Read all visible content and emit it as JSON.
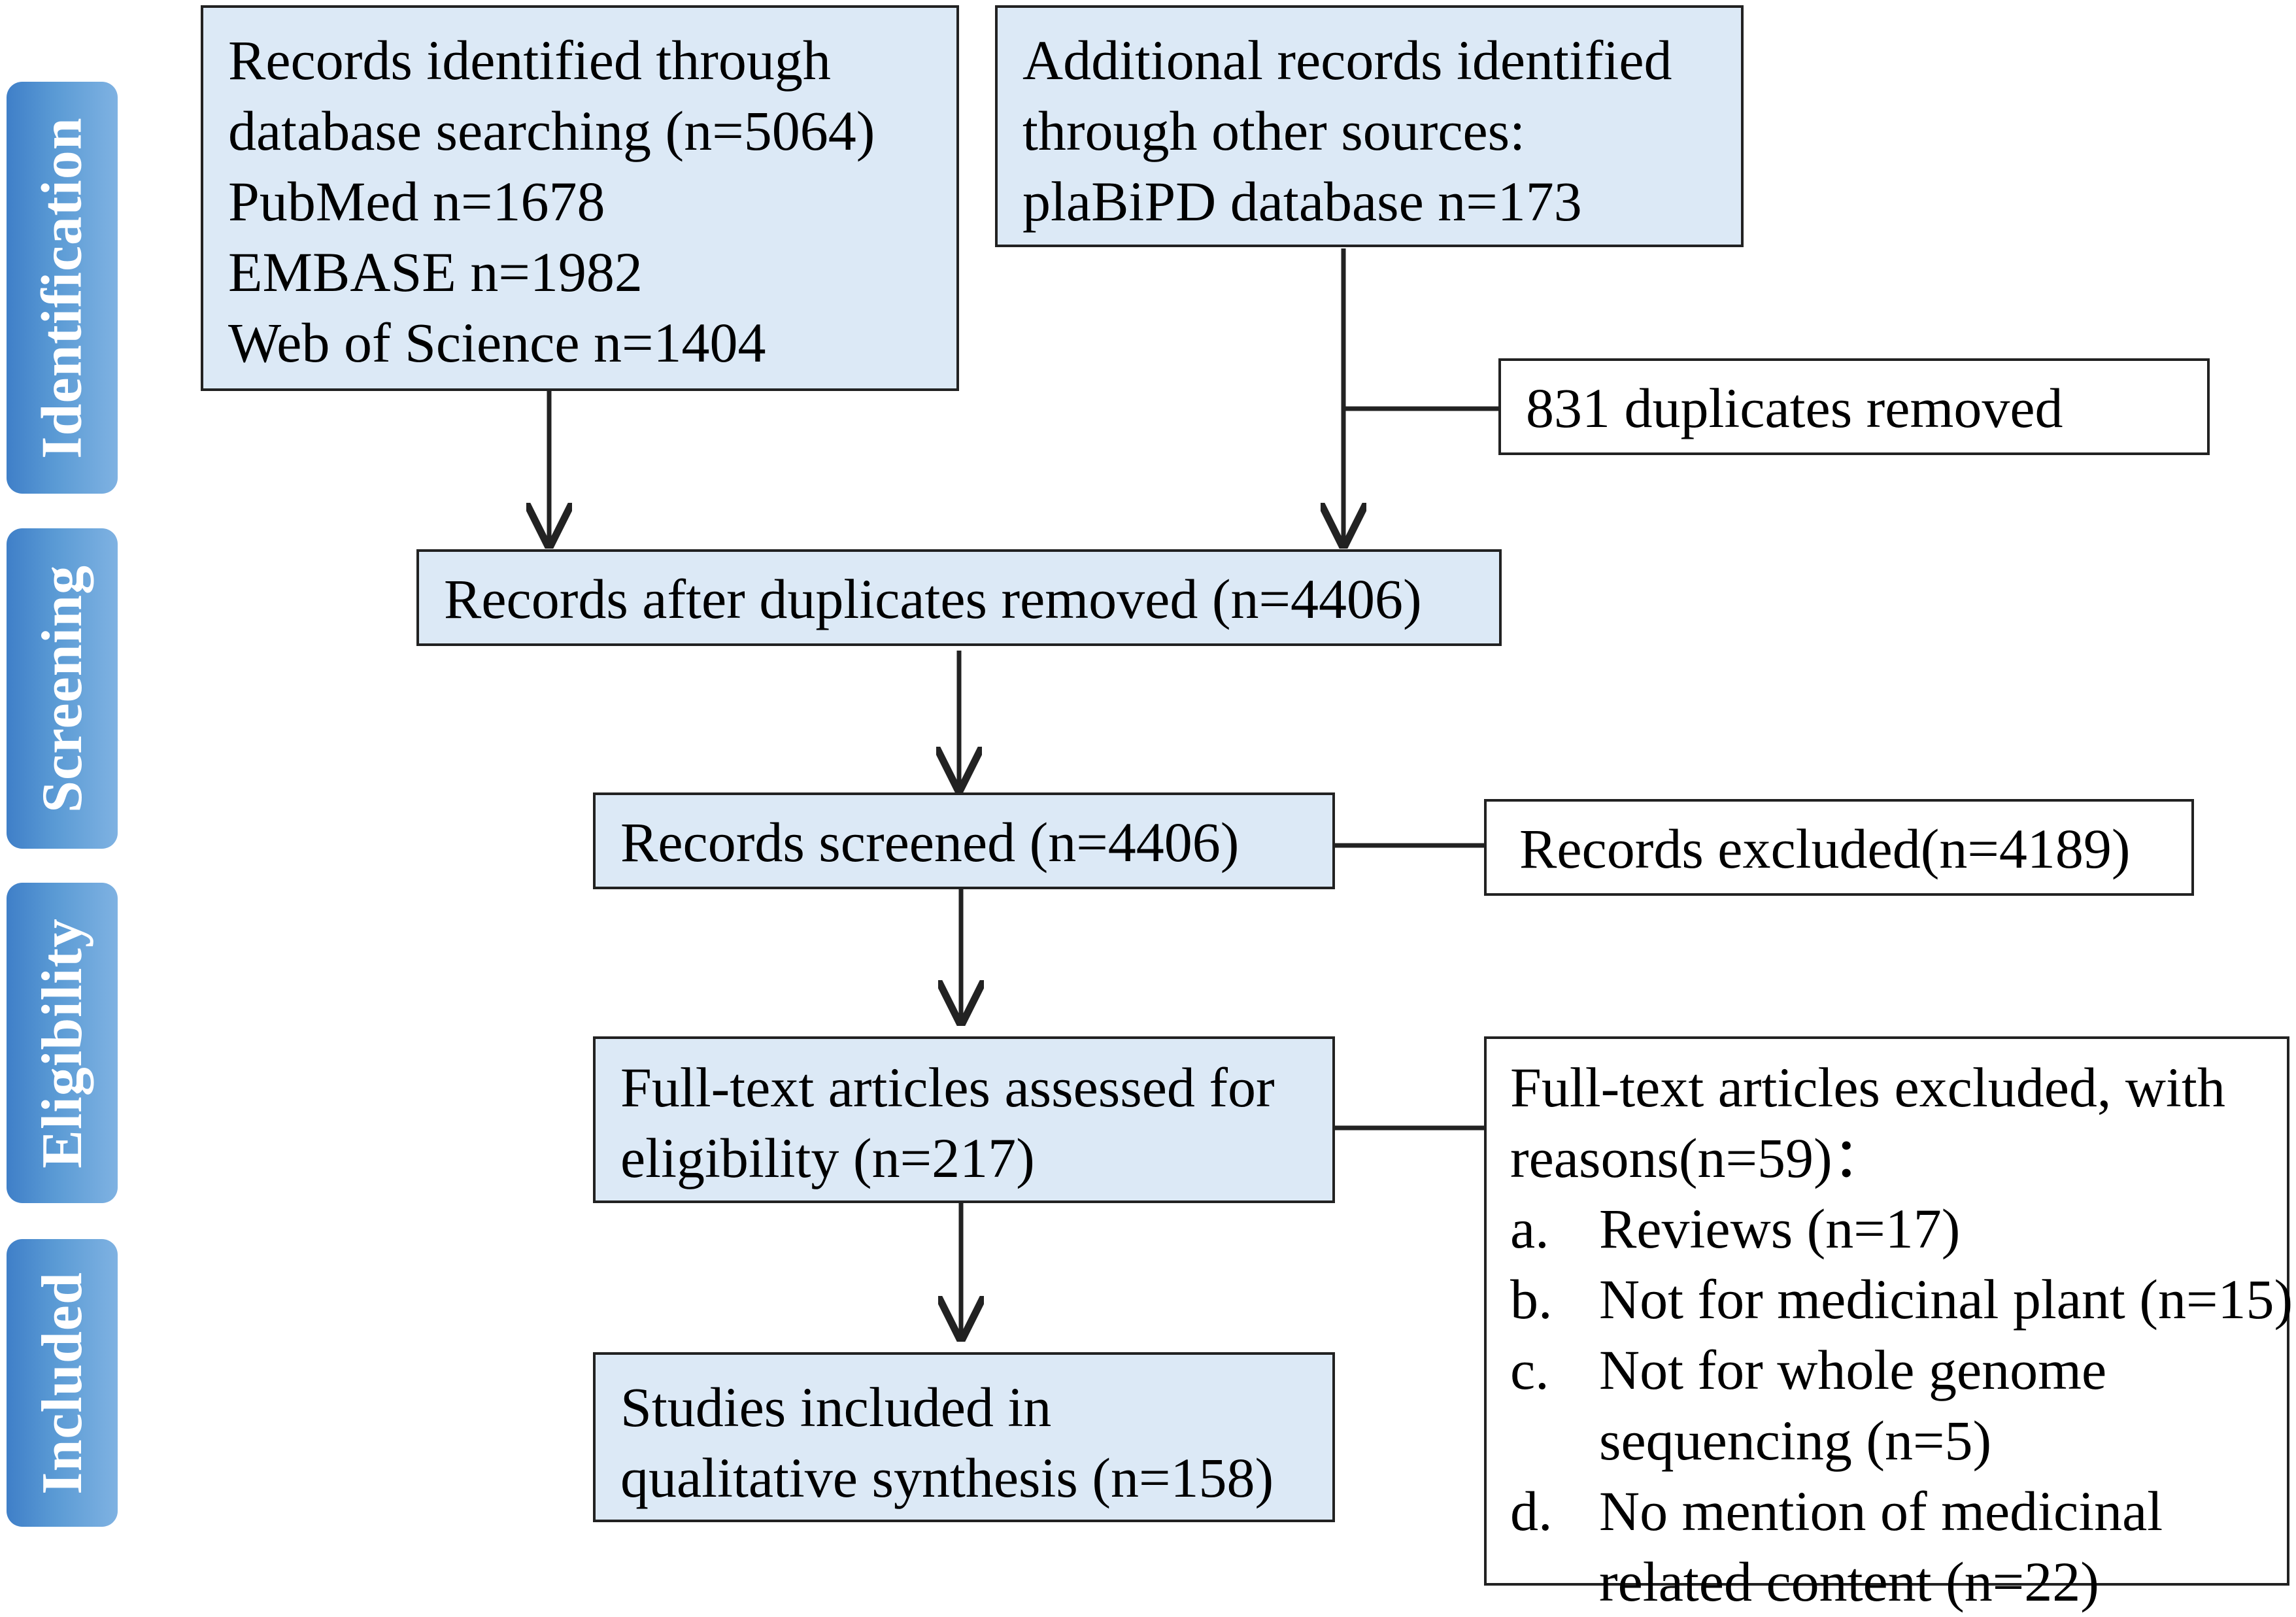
{
  "stages": [
    "Identification",
    "Screening",
    "Eligibility",
    "Included"
  ],
  "boxes": {
    "db_search": {
      "lines": [
        "Records identified through",
        "database searching (n=5064)",
        "PubMed n=1678",
        "EMBASE n=1982",
        "Web of Science n=1404"
      ]
    },
    "other_sources": {
      "lines": [
        "Additional records identified",
        "through other sources:",
        "plaBiPD database n=173"
      ]
    },
    "duplicates": {
      "text": "831 duplicates removed"
    },
    "after_dup": {
      "text": "Records after duplicates removed (n=4406)"
    },
    "screened": {
      "text": "Records screened (n=4406)"
    },
    "excluded": {
      "text": "Records excluded(n=4189)"
    },
    "fulltext": {
      "lines": [
        "Full-text articles assessed for",
        "eligibility (n=217)"
      ]
    },
    "fulltext_excluded": {
      "lines": [
        "Full-text articles excluded, with",
        "reasons(n=59)："
      ],
      "reasons": [
        {
          "letter": "a.",
          "lines": [
            "Reviews (n=17)"
          ]
        },
        {
          "letter": "b.",
          "lines": [
            "Not for medicinal plant (n=15)"
          ]
        },
        {
          "letter": "c.",
          "lines": [
            "Not for whole genome",
            "sequencing (n=5)"
          ]
        },
        {
          "letter": "d.",
          "lines": [
            "No mention of medicinal",
            "related content (n=22)"
          ]
        }
      ]
    },
    "included": {
      "lines": [
        "Studies included in",
        "qualitative synthesis (n=158)"
      ]
    }
  },
  "colors": {
    "box_fill": "#dce9f6",
    "stage_fill": "#5b9bd5",
    "stage_text": "#ffffff",
    "line": "#222222"
  }
}
